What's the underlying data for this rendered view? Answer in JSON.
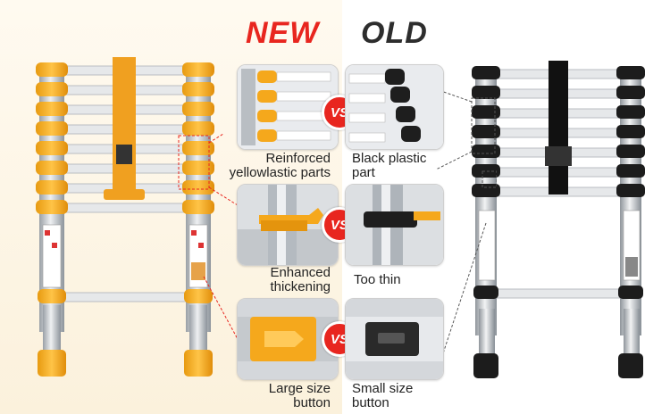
{
  "headings": {
    "new": "NEW",
    "old": "OLD"
  },
  "badge": "VS",
  "comparisons": [
    {
      "new_caption": "Reinforced yellowlastic parts",
      "new_lines": [
        "Reinforced",
        "yellowlastic parts"
      ],
      "old_caption": "Black plastic part",
      "old_lines": [
        "Black plastic",
        "part"
      ]
    },
    {
      "new_caption": "Enhanced thickening",
      "new_lines": [
        "Enhanced",
        "thickening"
      ],
      "old_caption": "Too thin",
      "old_lines": [
        "Too thin"
      ]
    },
    {
      "new_caption": "Large size button",
      "new_lines": [
        "Large size",
        "button"
      ],
      "old_caption": "Small size button",
      "old_lines": [
        "Small size",
        "button"
      ]
    }
  ],
  "colors": {
    "accent": "#e8261f",
    "new_part": "#f5a81c",
    "old_part": "#1c1c1c",
    "aluminum": "#c9ccd0"
  },
  "icons": {
    "new_ladder": "yellow-telescopic-ladder-icon",
    "old_ladder": "black-telescopic-ladder-icon"
  }
}
